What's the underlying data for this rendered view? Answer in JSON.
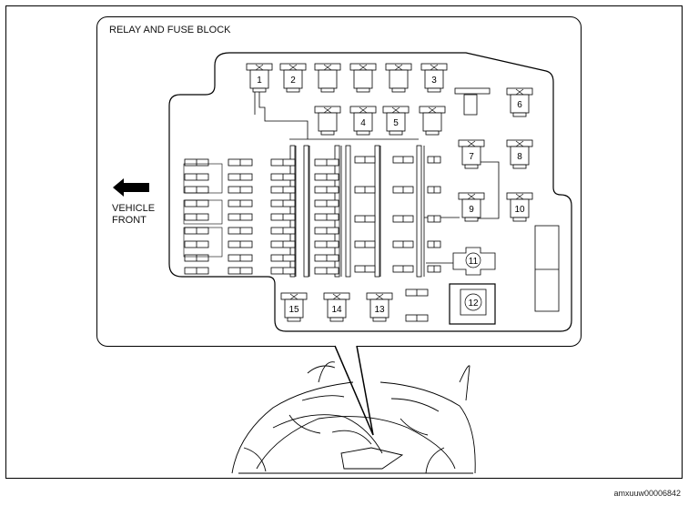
{
  "diagram": {
    "title": "RELAY AND FUSE BLOCK",
    "direction_label_line1": "VEHICLE",
    "direction_label_line2": "FRONT",
    "relay_numbers": [
      "1",
      "2",
      "3",
      "4",
      "5",
      "6",
      "7",
      "8",
      "9",
      "10",
      "11",
      "12",
      "13",
      "14",
      "15"
    ],
    "figure_id": "amxuuw00006842"
  },
  "colors": {
    "line": "#000000",
    "block_fill": "#ffffff"
  }
}
